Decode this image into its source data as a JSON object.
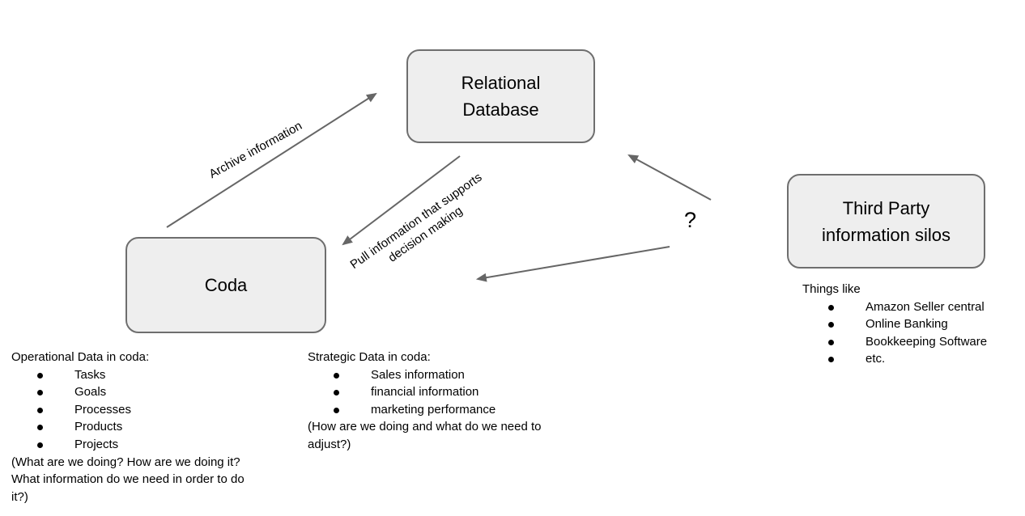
{
  "colors": {
    "box_fill": "#eeeeee",
    "box_border": "#6e6e6e",
    "arrow": "#666666",
    "text": "#000000"
  },
  "nodes": {
    "relational_database": {
      "label": "Relational\nDatabase"
    },
    "coda": {
      "label": "Coda"
    },
    "third_party": {
      "label": "Third Party\ninformation silos"
    }
  },
  "arrows": {
    "archive": {
      "label": "Archive information"
    },
    "pull": {
      "label": "Pull information that supports\ndecision making"
    },
    "unknown": {
      "label": "?"
    }
  },
  "lists": {
    "operational": {
      "title": "Operational Data in coda:",
      "items": [
        "Tasks",
        "Goals",
        "Processes",
        "Products",
        "Projects"
      ],
      "note": "(What are we doing? How are we doing it?\nWhat information do we need in order to do\nit?)"
    },
    "strategic": {
      "title": "Strategic Data in coda:",
      "items": [
        "Sales information",
        "financial information",
        "marketing performance"
      ],
      "note": "(How are we doing and what do we need to\nadjust?)"
    },
    "third_party": {
      "title": "Things like",
      "items": [
        "Amazon Seller central",
        "Online Banking",
        "Bookkeeping Software",
        "etc."
      ]
    }
  }
}
